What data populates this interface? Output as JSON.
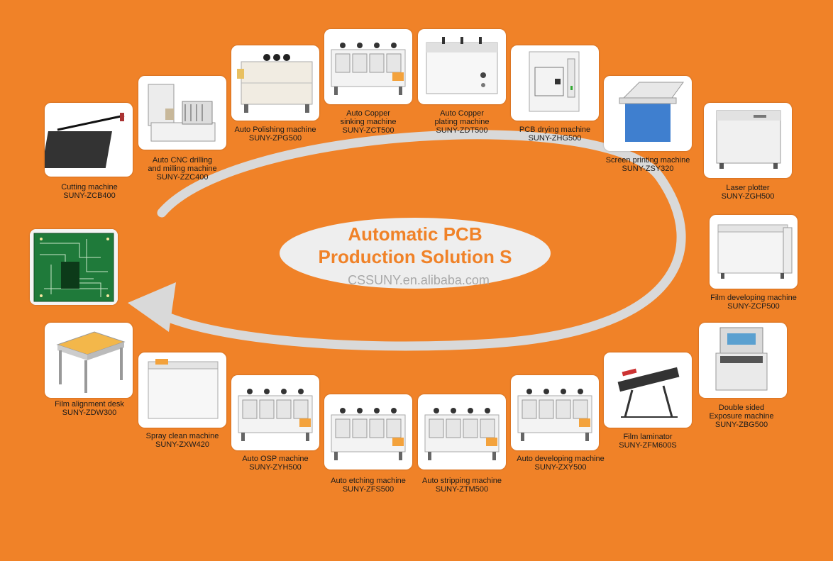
{
  "center": {
    "line1": "Automatic PCB",
    "line2": "Production Solution S",
    "watermark": "CSSUNY.en.alibaba.com"
  },
  "colors": {
    "background": "#f08228",
    "title": "#f08228",
    "arrow": "#d9d9d9",
    "ellipse": "#eeeeee"
  },
  "machines": [
    {
      "id": "cutting",
      "lines": [
        "Cutting machine",
        "SUNY-ZCB400"
      ],
      "icon": "paper-cutter"
    },
    {
      "id": "cnc",
      "lines": [
        "Auto CNC drilling",
        "and milling machine",
        "SUNY-ZZC400"
      ],
      "icon": "cnc-drill"
    },
    {
      "id": "polishing",
      "lines": [
        "Auto Polishing machine",
        "SUNY-ZPG500"
      ],
      "icon": "polishing-line"
    },
    {
      "id": "copper-sinking",
      "lines": [
        "Auto Copper",
        "sinking machine",
        "SUNY-ZCT500"
      ],
      "icon": "tank-line"
    },
    {
      "id": "copper-plating",
      "lines": [
        "Auto Copper",
        "plating machine",
        "SUNY-ZDT500"
      ],
      "icon": "plating-tank"
    },
    {
      "id": "drying",
      "lines": [
        "PCB drying machine",
        "SUNY-ZHG500"
      ],
      "icon": "oven"
    },
    {
      "id": "screen-printing",
      "lines": [
        "Screen printing machine",
        "SUNY-ZSY320"
      ],
      "icon": "screen-printer"
    },
    {
      "id": "laser-plotter",
      "lines": [
        "Laser plotter",
        "SUNY-ZGH500"
      ],
      "icon": "plotter"
    },
    {
      "id": "film-developing",
      "lines": [
        "Film developing machine",
        "SUNY-ZCP500"
      ],
      "icon": "film-processor"
    },
    {
      "id": "exposure",
      "lines": [
        "Double sided",
        "Exposure machine",
        "SUNY-ZBG500"
      ],
      "icon": "exposure-unit"
    },
    {
      "id": "laminator",
      "lines": [
        "Film laminator",
        "SUNY-ZFM600S"
      ],
      "icon": "laminator"
    },
    {
      "id": "developing",
      "lines": [
        "Auto developing machine",
        "SUNY-ZXY500"
      ],
      "icon": "tank-line"
    },
    {
      "id": "stripping",
      "lines": [
        "Auto stripping machine",
        "SUNY-ZTM500"
      ],
      "icon": "tank-line"
    },
    {
      "id": "etching",
      "lines": [
        "Auto etching machine",
        "SUNY-ZFS500"
      ],
      "icon": "tank-line"
    },
    {
      "id": "osp",
      "lines": [
        "Auto OSP machine",
        "SUNY-ZYH500"
      ],
      "icon": "tank-line"
    },
    {
      "id": "spray-clean",
      "lines": [
        "Spray clean machine",
        "SUNY-ZXW420"
      ],
      "icon": "spray-tank"
    },
    {
      "id": "film-alignment",
      "lines": [
        "Film alignment desk",
        "SUNY-ZDW300"
      ],
      "icon": "light-table"
    }
  ],
  "pcb": {
    "icon": "pcb-board"
  }
}
